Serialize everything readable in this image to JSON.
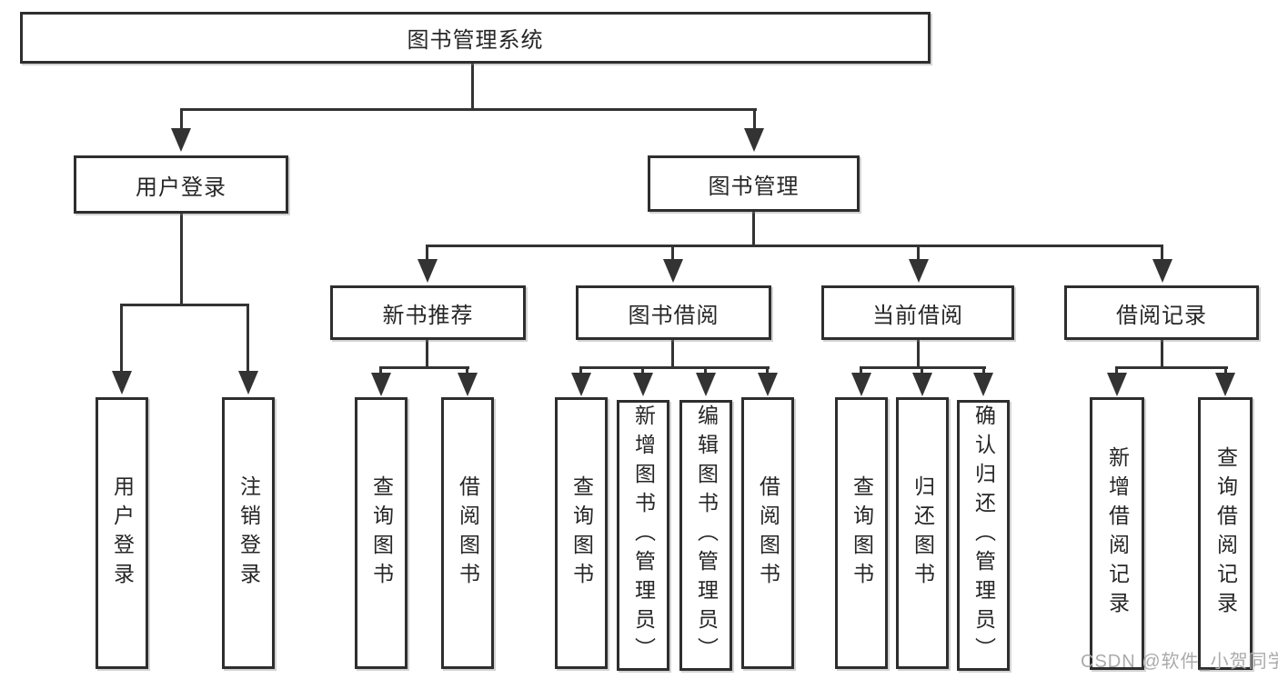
{
  "diagram": {
    "root": {
      "label": "图书管理系统"
    },
    "branches": [
      {
        "label": "用户登录",
        "children": [
          {
            "label": "用户登录"
          },
          {
            "label": "注销登录"
          }
        ]
      },
      {
        "label": "图书管理",
        "children": [
          {
            "label": "新书推荐",
            "children": [
              {
                "label": "查询图书"
              },
              {
                "label": "借阅图书"
              }
            ]
          },
          {
            "label": "图书借阅",
            "children": [
              {
                "label": "查询图书"
              },
              {
                "label": "新增图书（管理员）"
              },
              {
                "label": "编辑图书（管理员）"
              },
              {
                "label": "借阅图书"
              }
            ]
          },
          {
            "label": "当前借阅",
            "children": [
              {
                "label": "查询图书"
              },
              {
                "label": "归还图书"
              },
              {
                "label": "确认归还（管理员）"
              }
            ]
          },
          {
            "label": "借阅记录",
            "children": [
              {
                "label": "新增借阅记录"
              },
              {
                "label": "查询借阅记录"
              }
            ]
          }
        ]
      }
    ]
  },
  "watermark": "CSDN @软件_小贺同学",
  "colors": {
    "line": "#333333",
    "border": "#2e2e2e",
    "text": "#262626",
    "background": "#ffffff",
    "watermark": "#ababab"
  }
}
